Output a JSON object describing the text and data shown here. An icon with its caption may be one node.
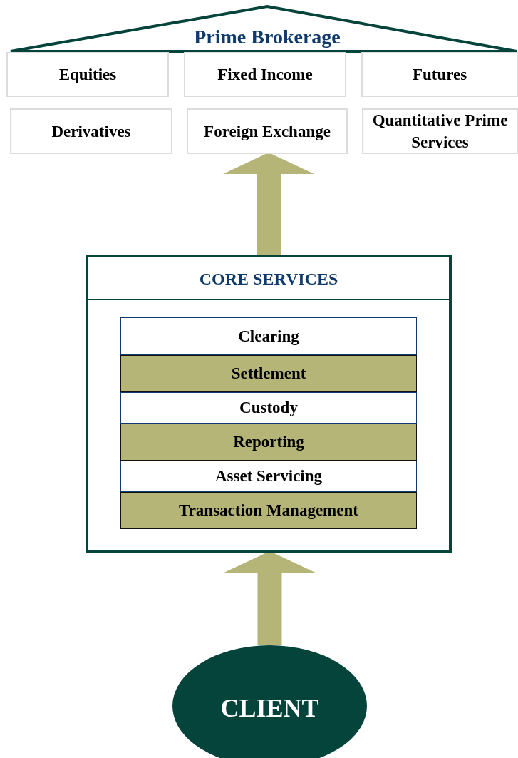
{
  "diagram": {
    "nodes": [
      {
        "text": [
          "Prime Brokerage"
        ]
      },
      {
        "text": [
          "Equities"
        ]
      },
      {
        "text": [
          "Fixed Income"
        ]
      },
      {
        "text": [
          "Futures"
        ]
      },
      {
        "text": [
          "Derivatives"
        ]
      },
      {
        "text": [
          "Foreign Exchange"
        ]
      },
      {
        "text": [
          "Quantitative Prime Services"
        ]
      },
      {
        "text": [
          "CORE SERVICES"
        ]
      },
      {
        "text": [
          "Clearing"
        ],
        "in": 7
      },
      {
        "text": [
          "Settlement"
        ],
        "in": 7
      },
      {
        "text": [
          "Custody"
        ],
        "in": 7
      },
      {
        "text": [
          "Reporting"
        ],
        "in": 7
      },
      {
        "text": [
          "Asset Servicing"
        ],
        "in": 7
      },
      {
        "text": [
          "Transaction Management"
        ],
        "in": 7
      },
      {
        "text": [
          "CLIENT"
        ]
      }
    ],
    "edges": [
      {
        "from": 7,
        "to": 5,
        "arrow": "to"
      },
      {
        "from": 14,
        "to": 7,
        "arrow": "to"
      }
    ]
  }
}
